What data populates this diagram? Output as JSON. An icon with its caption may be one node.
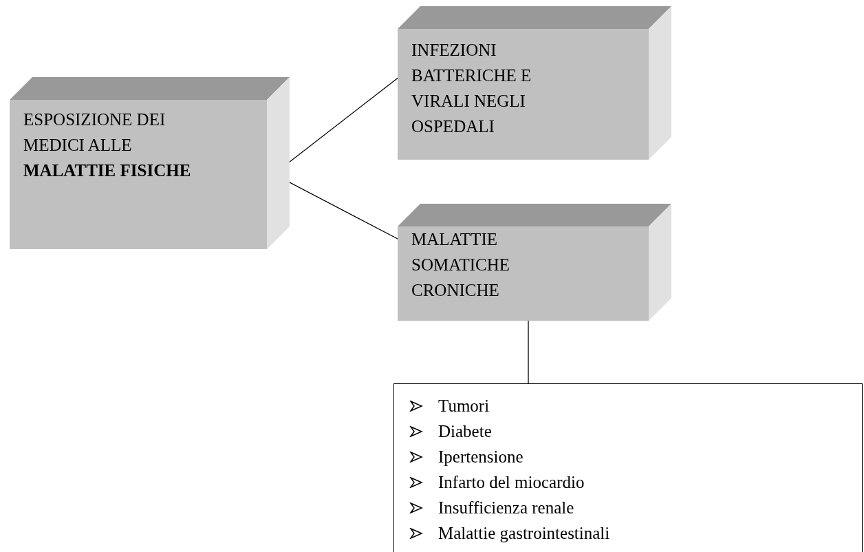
{
  "diagram": {
    "nodes": [
      {
        "text": [
          "ESPOSIZIONE DEI MEDICI ALLE **MALATTIE FISICHE**"
        ]
      },
      {
        "text": [
          "INFEZIONI BATTERICHE E VIRALI NEGLI OSPEDALI"
        ]
      },
      {
        "text": [
          "MALATTIE SOMATICHE CRONICHE"
        ]
      },
      {
        "text": [
          "Tumori",
          "Diabete",
          "Ipertensione",
          "Infarto del miocardio",
          "Insufficienza renale",
          "Malattie gastrointestinali"
        ]
      }
    ],
    "edges": [
      {
        "from": 0,
        "to": 1,
        "arrow": "none"
      },
      {
        "from": 0,
        "to": 2,
        "arrow": "none"
      },
      {
        "from": 2,
        "to": 3,
        "arrow": "none"
      }
    ]
  }
}
